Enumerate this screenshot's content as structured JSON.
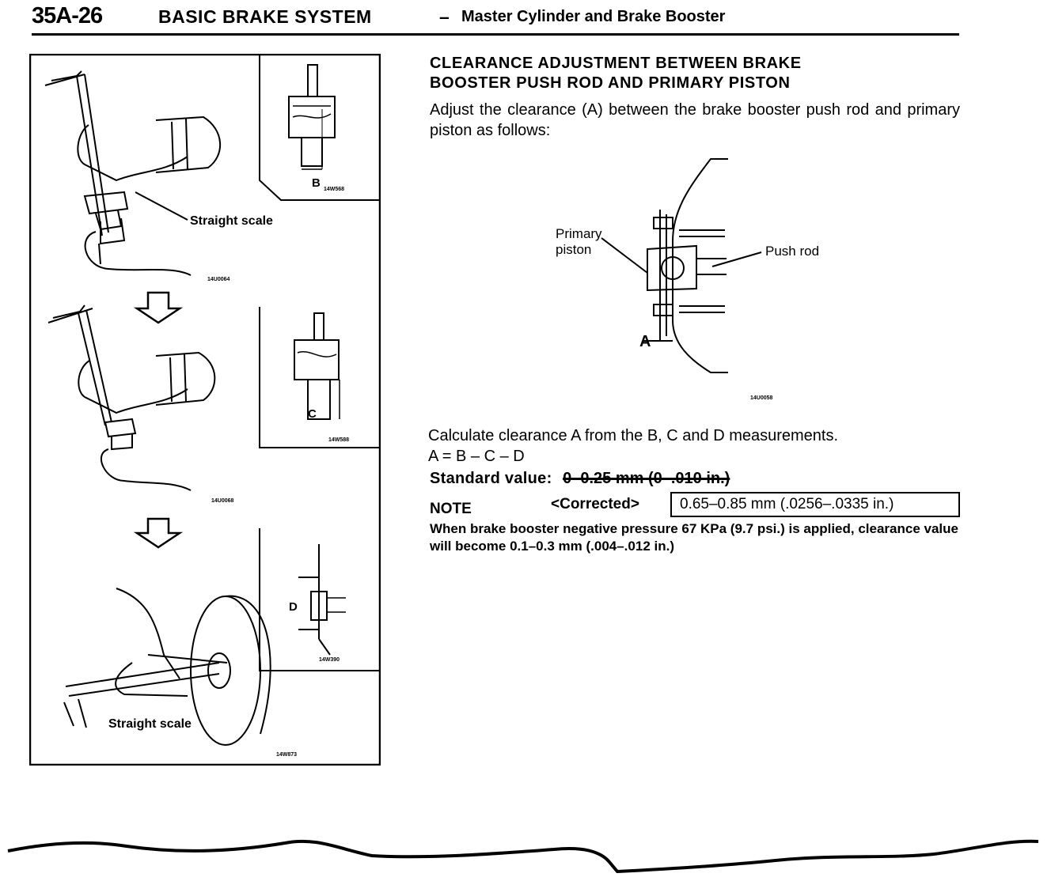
{
  "header": {
    "code": "35A-26",
    "title": "BASIC BRAKE SYSTEM",
    "dash": "–",
    "subtitle": "Master Cylinder and Brake Booster"
  },
  "figures": {
    "straight_scale_label": "Straight scale",
    "b_label": "B",
    "c_label": "C",
    "d_label": "D",
    "codes": [
      "14W568",
      "14U0064",
      "14W588",
      "14U0068",
      "14W390",
      "14W873"
    ]
  },
  "section": {
    "heading_line1": "CLEARANCE ADJUSTMENT BETWEEN BRAKE",
    "heading_line2": "BOOSTER PUSH ROD AND PRIMARY PISTON",
    "intro": "Adjust the clearance (A) between the brake booster push rod and primary piston as follows:"
  },
  "diagram": {
    "primary_line1": "Primary",
    "primary_line2": "piston",
    "push_rod": "Push rod",
    "a_label": "A",
    "code": "14U0058"
  },
  "calculation": {
    "text": "Calculate clearance A from the B, C and D measurements.",
    "formula": "A = B – C – D"
  },
  "standard": {
    "label": "Standard value:",
    "struck_value": "0–0.25 mm (0–.010 in.)"
  },
  "note": {
    "label": "NOTE",
    "corrected_label": "<Corrected>",
    "corrected_value": "0.65–0.85 mm (.0256–.0335 in.)",
    "body": "When brake booster negative pressure 67 KPa (9.7 psi.) is applied, clearance value will become 0.1–0.3 mm (.004–.012 in.)"
  }
}
